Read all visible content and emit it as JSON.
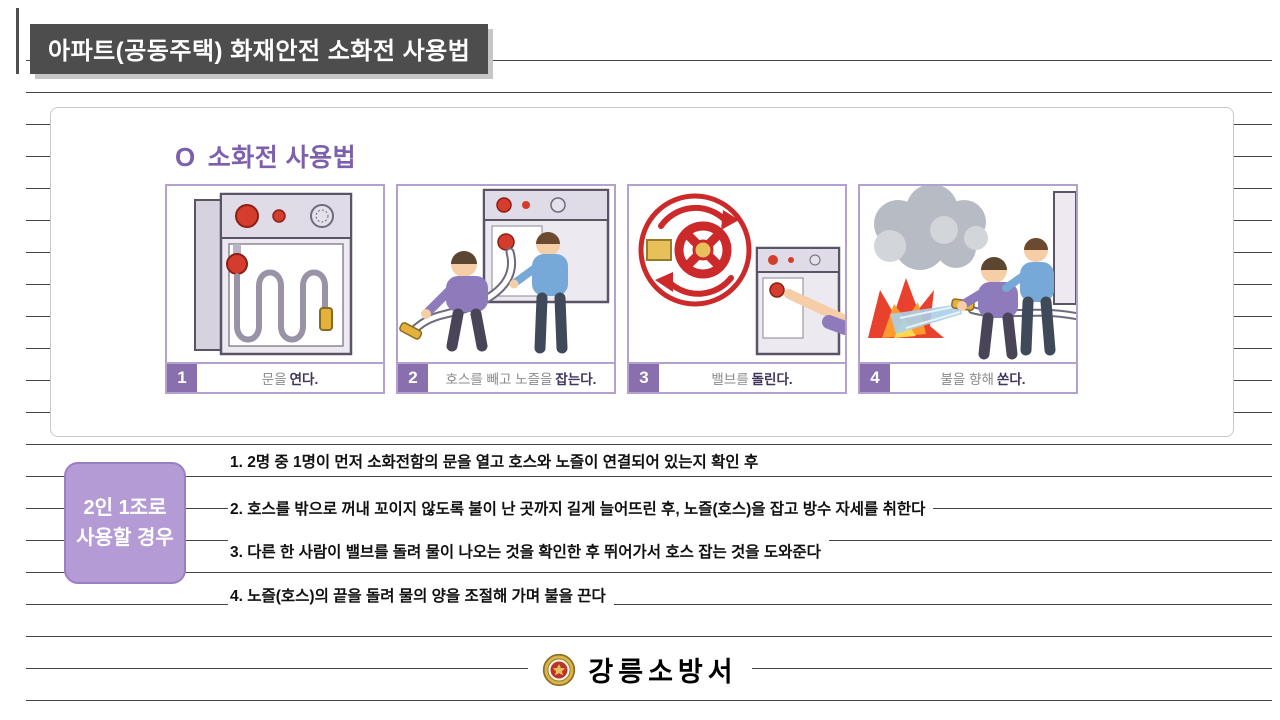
{
  "page": {
    "title": "아파트(공동주택) 화재안전 소화전 사용법"
  },
  "card": {
    "heading_marker": "O",
    "heading": "소화전 사용법",
    "steps": [
      {
        "num": "1",
        "caption_pre": "문을",
        "caption_bold": "연다."
      },
      {
        "num": "2",
        "caption_pre": "호스를 빼고 노즐을",
        "caption_bold": "잡는다."
      },
      {
        "num": "3",
        "caption_pre": "밸브를",
        "caption_bold": "돌린다."
      },
      {
        "num": "4",
        "caption_pre": "불을 향해",
        "caption_bold": "쏜다."
      }
    ]
  },
  "badge": {
    "line1": "2인 1조로",
    "line2": "사용할 경우"
  },
  "instructions": [
    "1. 2명 중 1명이 먼저 소화전함의 문을 열고 호스와 노즐이 연결되어 있는지 확인 후",
    "2. 호스를 밖으로 꺼내 꼬이지 않도록 불이 난 곳까지 길게 늘어뜨린 후, 노즐(호스)을 잡고 방수 자세를 취한다",
    "3. 다른 한 사람이 밸브를 돌려 물이 나오는 것을 확인한 후 뛰어가서 호스 잡는 것을 도와준다",
    "4. 노즐(호스)의 끝을 돌려 물의 양을 조절해 가며 불을 끈다"
  ],
  "footer": {
    "org": "강릉소방서"
  },
  "colors": {
    "accent_purple": "#7c5fad",
    "panel_border_purple": "#b3a2cf",
    "step_number_purple": "#8a6fae",
    "badge_purple": "#b49bd6",
    "title_bg": "#4d4d4d",
    "ruled_line": "#454545",
    "valve_red": "#cc2a2a",
    "nozzle_yellow": "#e2b23c"
  }
}
